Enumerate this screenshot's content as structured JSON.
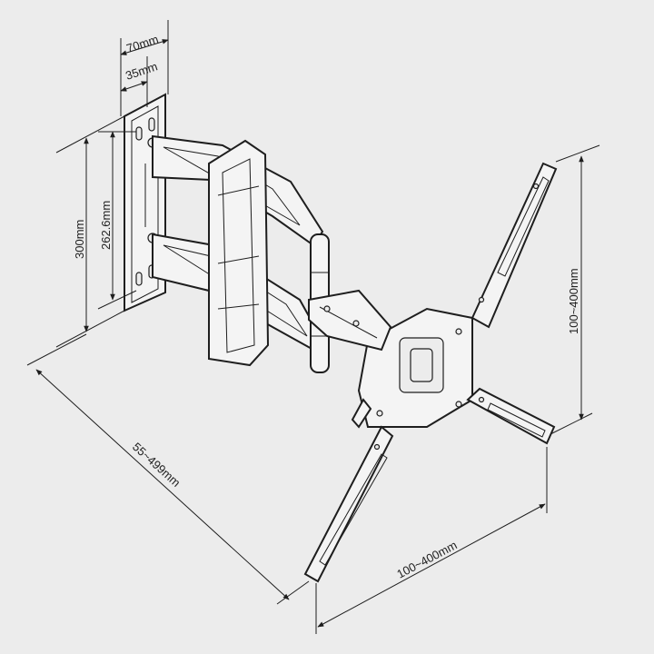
{
  "dimensions": {
    "depth_max": "70mm",
    "depth_min": "35mm",
    "wall_plate_height": "300mm",
    "hole_spacing": "262.6mm",
    "arm_extension": "55~499mm",
    "vesa_vertical": "100~400mm",
    "vesa_horizontal": "100~400mm"
  },
  "colors": {
    "background": "#ececec",
    "line": "#1e1e1e",
    "part_fill": "#f4f4f4"
  }
}
